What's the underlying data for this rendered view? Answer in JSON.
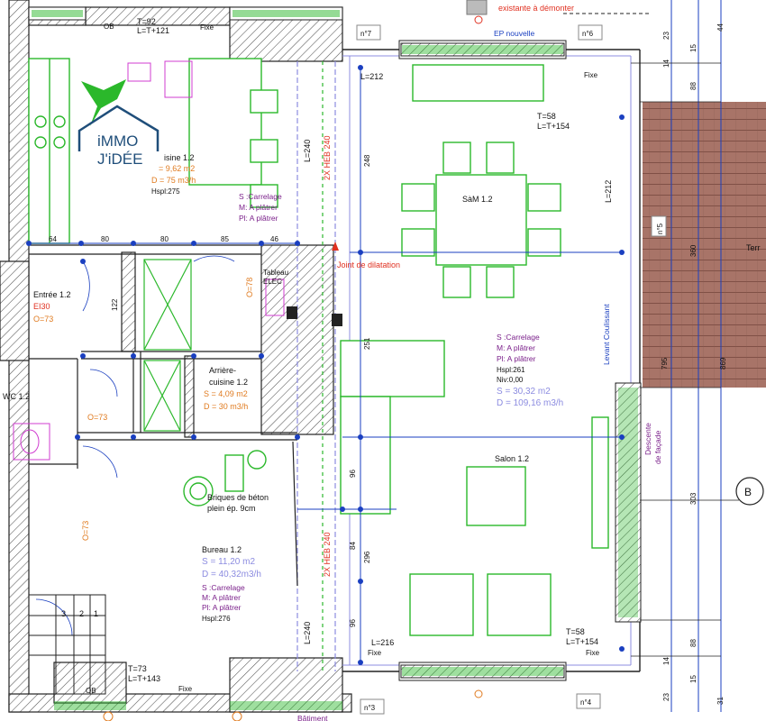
{
  "rooms": {
    "cuisine": {
      "name": "isine 1.2",
      "surface": "= 9,62 m2",
      "debit": "D = 75 m3/h",
      "hspl": "Hspl:275",
      "sol": "S :Carrelage",
      "murs": "M: A plâtrer",
      "plafond": "Pl: A plâtrer"
    },
    "sam": {
      "name": "SàM 1.2"
    },
    "salon": {
      "name": "Salon 1.2",
      "sol": "S :Carrelage",
      "murs": "M: A plâtrer",
      "plafond": "Pl: A plâtrer",
      "hspl": "Hspl:261",
      "niv": "Niv:0,00",
      "surface": "S = 30,32 m2",
      "debit": "D = 109,16 m3/h"
    },
    "entree": {
      "name": "Entrée 1.2",
      "ei": "EI30",
      "o": "O=73"
    },
    "arriere": {
      "name1": "Arrière-",
      "name2": "cuisine 1.2",
      "surface": "S = 4,09 m2",
      "debit": "D = 30 m3/h"
    },
    "wc": {
      "name": "WC 1.2",
      "o": "O=73"
    },
    "bureau": {
      "name": "Bureau 1.2",
      "surface": "S = 11,20 m2",
      "debit": "D = 40,32m3/h",
      "sol": "S :Carrelage",
      "murs": "M: A plâtrer",
      "plafond": "Pl: A plâtrer",
      "hspl": "Hspl:276"
    }
  },
  "annotations": {
    "t92": "T=92",
    "lt121": "L=T+121",
    "t58_top": "T=58",
    "lt154_top": "L=T+154",
    "t58_bot": "T=58",
    "lt154_bot": "L=T+154",
    "t73": "T=73",
    "lt143": "L=T+143",
    "l212_top": "L=212",
    "l212_right": "L=212",
    "l216": "L=216",
    "fixe": "Fixe",
    "ob": "OB",
    "ep_nouvelle": "EP nouvelle",
    "existante": "existante à démonter",
    "n7": "n°7",
    "n6": "n°6",
    "n5": "n°5",
    "n3": "n°3",
    "n4": "n°4",
    "joint": "Joint de dilatation",
    "briques1": "Briques de béton",
    "briques2": "plein ép. 9cm",
    "levant": "Levant Coulissant",
    "heb_top": "2X HEB 240",
    "heb_bot": "2X HEB 240",
    "l240_top": "L=240",
    "l240_bot": "L=240",
    "tableau1": "Tableau",
    "tableau2": "ELEC",
    "facade1": "Descente",
    "facade2": "de façade",
    "terr": "Terr",
    "b_marker": "B",
    "o78": "O=78",
    "o73_b": "O=73",
    "batiment": "Bâtiment"
  },
  "dims_top": [
    "64",
    "80",
    "80",
    "85",
    "46"
  ],
  "dims_right": [
    "44",
    "23",
    "15",
    "14",
    "88",
    "360",
    "869",
    "795",
    "303",
    "88",
    "14",
    "15",
    "23",
    "31"
  ],
  "dims_inner": [
    "248",
    "251",
    "96",
    "84",
    "296",
    "96",
    "122"
  ],
  "stairs": [
    "3",
    "2",
    "1"
  ],
  "logo": {
    "brand1": "iMMO",
    "brand2": "J'iDÉE"
  },
  "colors": {
    "wall_hatch": "#555555",
    "furniture": "#2bb82b",
    "dimension": "#1a3fc0",
    "label_purple": "#7a1f8a",
    "label_lavender": "#8c8ce0",
    "label_orange": "#e07b20",
    "deck": "#a87468"
  }
}
